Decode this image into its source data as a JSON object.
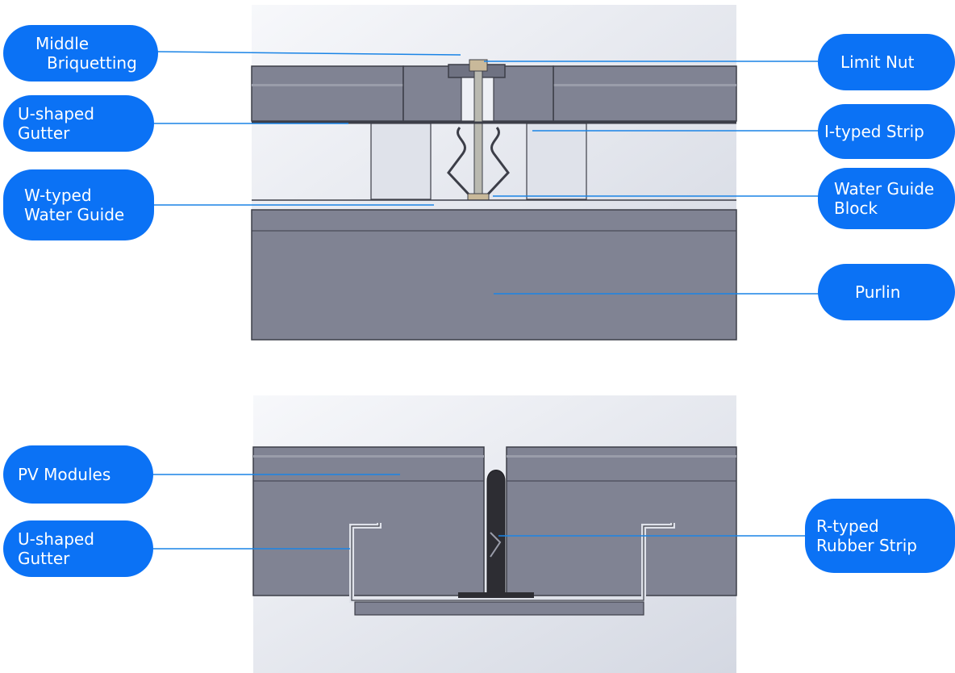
{
  "colors": {
    "label_bg": "#0b72f5",
    "label_text": "#ffffff",
    "leader_line": "#1a84e6",
    "panel_fill": "#808393",
    "panel_edge": "#3c3e48",
    "background_light": "#eef0f5",
    "background_dark": "#d4d8e2"
  },
  "top_view": {
    "labels": {
      "middle_briquetting": [
        "Middle",
        "Briquetting"
      ],
      "u_shaped_gutter": [
        "U-shaped",
        "Gutter"
      ],
      "w_typed_water_guide": [
        "W-typed",
        "Water Guide"
      ],
      "limit_nut": [
        "Limit Nut"
      ],
      "i_typed_strip": [
        "I-typed Strip"
      ],
      "water_guide_block": [
        "Water Guide",
        "Block"
      ],
      "purlin": [
        "Purlin"
      ]
    }
  },
  "bottom_view": {
    "labels": {
      "pv_modules": [
        "PV Modules"
      ],
      "u_shaped_gutter": [
        "U-shaped",
        "Gutter"
      ],
      "r_typed_rubber_strip": [
        "R-typed",
        "Rubber Strip"
      ]
    }
  }
}
